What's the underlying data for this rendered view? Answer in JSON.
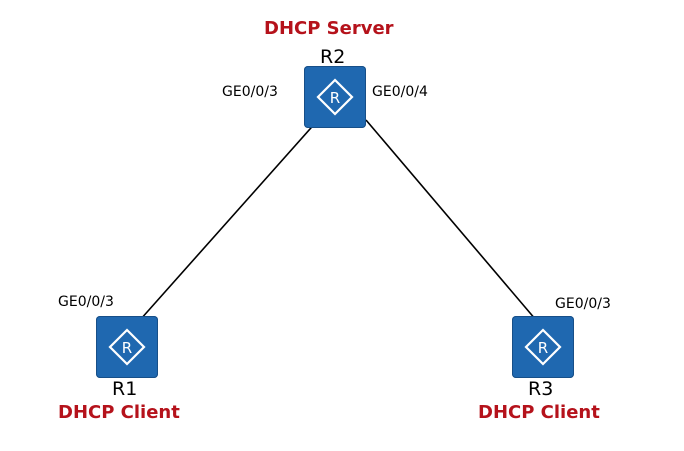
{
  "colors": {
    "role_text": "#b5121b",
    "router_fill": "#1f68b0",
    "link": "#000000"
  },
  "icon": "router-icon",
  "nodes": {
    "r2": {
      "name": "R2",
      "role": "DHCP Server"
    },
    "r1": {
      "name": "R1",
      "role": "DHCP Client"
    },
    "r3": {
      "name": "R3",
      "role": "DHCP Client"
    }
  },
  "links": [
    {
      "from": "R2",
      "to": "R1",
      "from_port": "GE0/0/3",
      "to_port": "GE0/0/3"
    },
    {
      "from": "R2",
      "to": "R3",
      "from_port": "GE0/0/4",
      "to_port": "GE0/0/3"
    }
  ]
}
